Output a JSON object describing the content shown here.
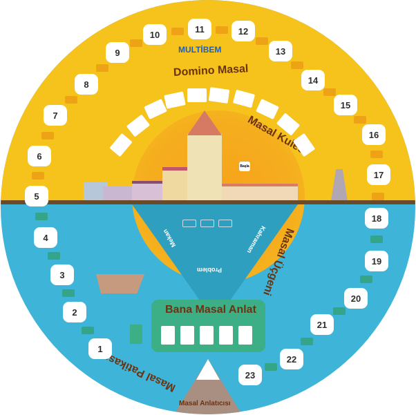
{
  "brand": "MULTİBEM",
  "labels": {
    "domino": "Domino Masal",
    "tower": "Masal Kulesi",
    "start": "Başla",
    "place": "Mekan",
    "hero": "Kahraman",
    "problem": "Problem",
    "triangle": "Masal Üçgeni",
    "tell": "Bana Masal Anlat",
    "path": "Masal Patikası",
    "teller": "Masal Anlatıcısı"
  },
  "spaces": [
    "1",
    "2",
    "3",
    "4",
    "5",
    "6",
    "7",
    "8",
    "9",
    "10",
    "11",
    "12",
    "13",
    "14",
    "15",
    "16",
    "17",
    "18",
    "19",
    "20",
    "21",
    "22",
    "23"
  ],
  "colors": {
    "sky": "#f6c21c",
    "sea": "#3db4d8",
    "panel": "#3caf86",
    "title": "#6a3312",
    "brand": "#1f5fb8"
  }
}
